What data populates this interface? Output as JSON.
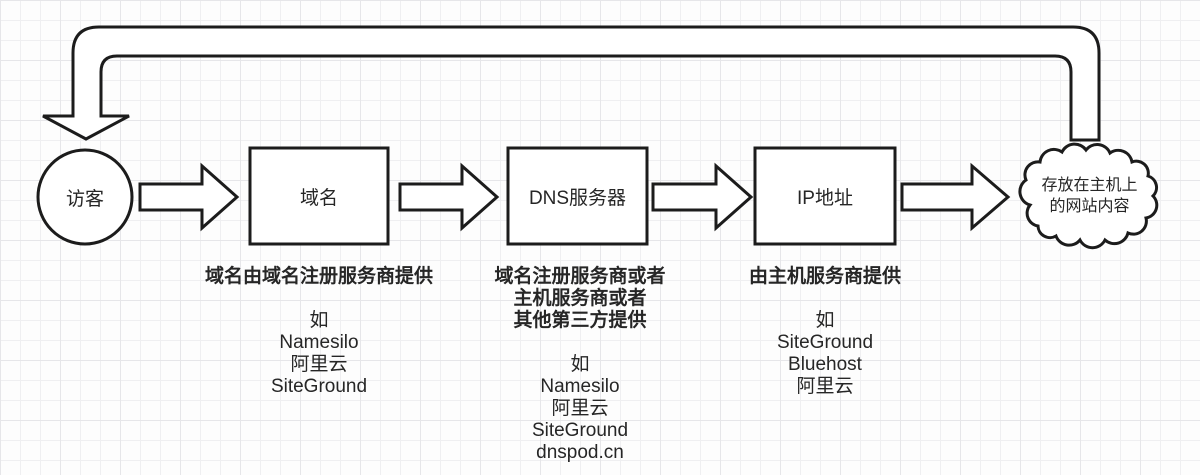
{
  "diagram": {
    "visitor": {
      "label": "访客"
    },
    "nodes": [
      {
        "label": "域名"
      },
      {
        "label": "DNS服务器"
      },
      {
        "label": "IP地址"
      }
    ],
    "cloud": {
      "line1": "存放在主机上",
      "line2": "的网站内容"
    },
    "annotations": [
      {
        "caption": [
          "域名由域名注册服务商提供"
        ],
        "examples": [
          "如",
          "Namesilo",
          "阿里云",
          "SiteGround"
        ]
      },
      {
        "caption": [
          "域名注册服务商或者",
          "主机服务商或者",
          "其他第三方提供"
        ],
        "examples": [
          "如",
          "Namesilo",
          "阿里云",
          "SiteGround",
          "dnspod.cn"
        ]
      },
      {
        "caption": [
          "由主机服务商提供"
        ],
        "examples": [
          "如",
          "SiteGround",
          "Bluehost",
          "阿里云"
        ]
      }
    ],
    "colors": {
      "stroke": "#1c1c1c",
      "shape_fill": "#ffffff",
      "text": "#262626",
      "grid_line": "#e6e6e9",
      "canvas": "#fdfdfd"
    }
  }
}
